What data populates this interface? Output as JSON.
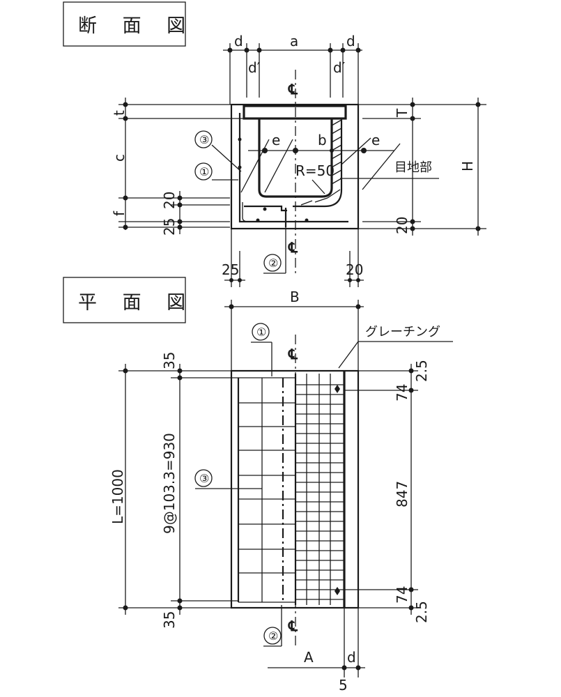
{
  "section_view": {
    "title": "断 面 図",
    "dims": {
      "d": "d",
      "a": "a",
      "d_prime": "d′",
      "t": "t",
      "c": "c",
      "f": "f",
      "e": "e",
      "b": "b",
      "T": "T",
      "H": "H",
      "radius": "R=50",
      "dim_20_top": "20",
      "dim_25_bottom": "25",
      "dim_20_right": "20",
      "dim_25_under": "25",
      "dim_20_under": "20",
      "B": "B"
    },
    "labels": {
      "joint": "目地部"
    },
    "callouts": [
      "③",
      "①",
      "②"
    ],
    "centerline": "℄"
  },
  "plan_view": {
    "title": "平 面 図",
    "labels": {
      "grating": "グレーチング"
    },
    "callouts": [
      "①",
      "③",
      "②"
    ],
    "centerline": "℄",
    "dims": {
      "top_35": "35",
      "bottom_35": "35",
      "length": "L=1000",
      "pitch": "9@103.3=930",
      "right_top_74": "74",
      "right_bottom_74": "74",
      "right_847": "847",
      "right_top_25": "2.5",
      "right_bottom_25": "2.5",
      "A": "A",
      "d": "d",
      "five": "5"
    }
  }
}
